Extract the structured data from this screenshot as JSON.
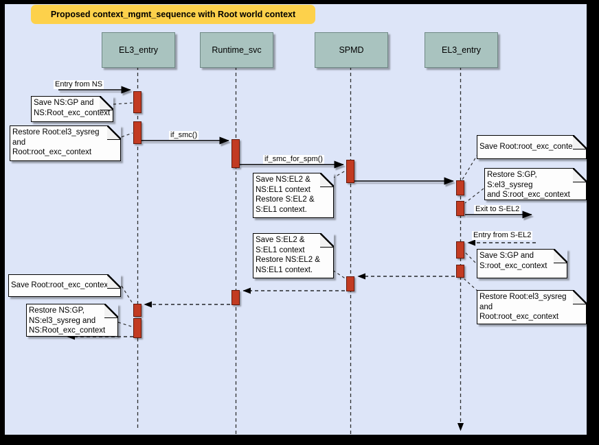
{
  "diagram": {
    "title": "Proposed context_mgmt_sequence with Root world context",
    "participants": [
      {
        "id": "el3-entry-left",
        "label": "EL3_entry"
      },
      {
        "id": "runtime-svc",
        "label": "Runtime_svc"
      },
      {
        "id": "spmd",
        "label": "SPMD"
      },
      {
        "id": "el3-entry-right",
        "label": "EL3_entry"
      }
    ],
    "messages": [
      {
        "label": "Entry from NS",
        "style": "solid"
      },
      {
        "label": "if_smc()",
        "style": "solid"
      },
      {
        "label": "if_smc_for_spm()",
        "style": "solid"
      },
      {
        "label": "Exit to S-EL2",
        "style": "solid"
      },
      {
        "label": "Entry from S-EL2",
        "style": "dashed"
      }
    ],
    "notes": [
      {
        "text": "Save NS:GP and\nNS:Root_exc_context"
      },
      {
        "text": "Restore Root:el3_sysreg\nand\nRoot:root_exc_context"
      },
      {
        "text": "Save NS:EL2 &\nNS:EL1 context\nRestore S:EL2 &\nS:EL1 context."
      },
      {
        "text": "Save Root:root_exc_context"
      },
      {
        "text": "Restore S:GP, S:el3_sysreg\nand S:root_exc_context"
      },
      {
        "text": "Save S:GP and\nS:root_exc_context"
      },
      {
        "text": "Save S:EL2 &\nS:EL1 context\nRestore NS:EL2 &\nNS:EL1 context."
      },
      {
        "text": "Restore Root:el3_sysreg\nand\nRoot:root_exc_context"
      },
      {
        "text": "Save Root:root_exc_context"
      },
      {
        "text": "Restore NS:GP,\nNS:el3_sysreg and\nNS:Root_exc_context"
      }
    ],
    "colors": {
      "background": "#dde5f8",
      "frame": "#000000",
      "title_fill": "#fdd14b",
      "participant_fill": "#a9c3bf",
      "activation_fill": "#c23b22",
      "activation_border": "#641708",
      "note_fill": "#fdfdfd"
    }
  }
}
